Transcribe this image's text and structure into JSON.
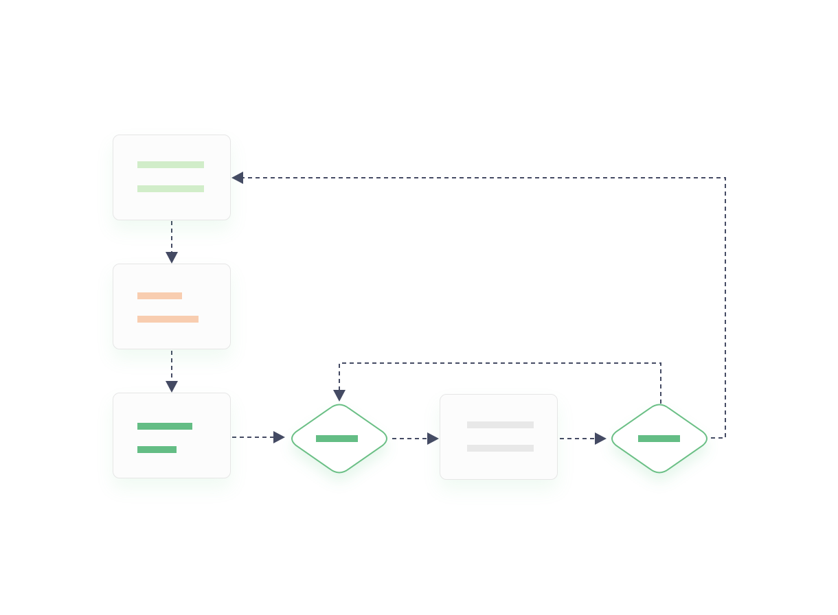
{
  "colors": {
    "connector": "#444a63",
    "decision_stroke": "#6abf85",
    "decision_fill": "#ffffff",
    "card_border": "#e6e6e6",
    "card_fill": "#fcfcfc",
    "bar_light_green": "#d1edc9",
    "bar_peach": "#f8cdb0",
    "bar_green": "#64bd85",
    "bar_gray": "#e8e8e8"
  },
  "icons": {
    "arrowhead": "filled-triangle-arrowhead-icon"
  },
  "nodes": [
    {
      "id": "process-start",
      "kind": "process",
      "bar_color": "bar_light_green"
    },
    {
      "id": "process-second",
      "kind": "process",
      "bar_color": "bar_peach"
    },
    {
      "id": "process-third",
      "kind": "process",
      "bar_color": "bar_green"
    },
    {
      "id": "decision-first",
      "kind": "decision",
      "bar_color": "bar_green"
    },
    {
      "id": "process-fourth",
      "kind": "process",
      "bar_color": "bar_gray"
    },
    {
      "id": "decision-second",
      "kind": "decision",
      "bar_color": "bar_green"
    }
  ],
  "edges": [
    {
      "from": "process-start",
      "to": "process-second",
      "style": "dashed"
    },
    {
      "from": "process-second",
      "to": "process-third",
      "style": "dashed"
    },
    {
      "from": "process-third",
      "to": "decision-first",
      "style": "dashed"
    },
    {
      "from": "decision-first",
      "to": "process-fourth",
      "style": "dashed"
    },
    {
      "from": "process-fourth",
      "to": "decision-second",
      "style": "dashed"
    },
    {
      "from": "decision-second",
      "to": "decision-first",
      "style": "dashed",
      "route": "loop-back"
    },
    {
      "from": "decision-second",
      "to": "process-start",
      "style": "dashed",
      "route": "loop-back"
    }
  ]
}
